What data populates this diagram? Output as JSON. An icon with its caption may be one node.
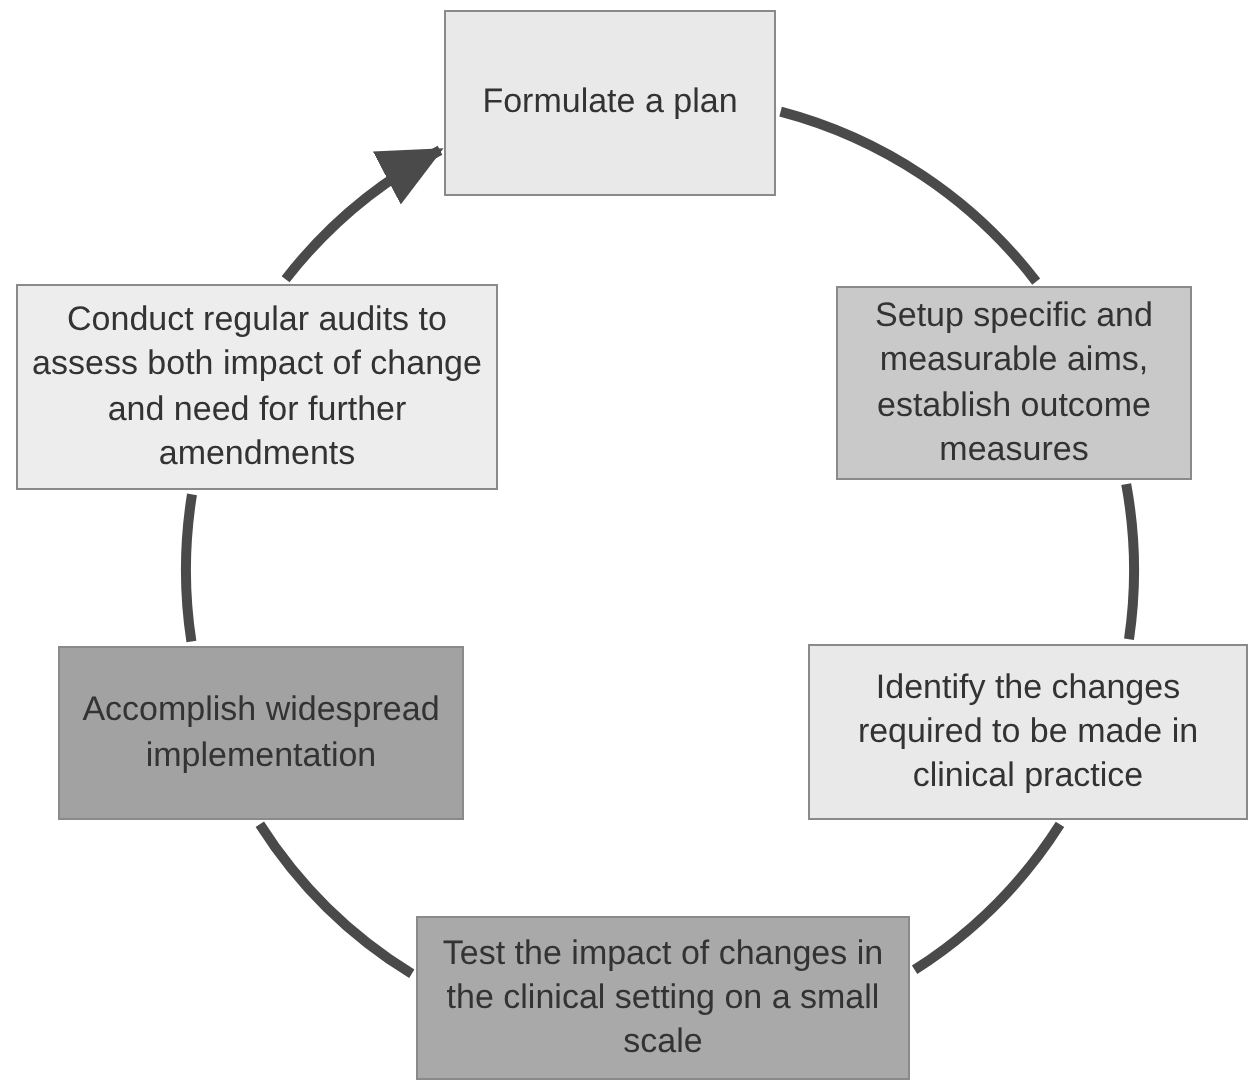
{
  "diagram": {
    "nodes": [
      {
        "text": [
          "Formulate a plan"
        ]
      },
      {
        "text": [
          "Setup specific and measurable aims, establish outcome measures"
        ]
      },
      {
        "text": [
          "Identify the changes required to be made in clinical practice"
        ]
      },
      {
        "text": [
          "Test the impact of changes in the clinical setting on a small scale"
        ]
      },
      {
        "text": [
          "Accomplish widespread implementation"
        ]
      },
      {
        "text": [
          "Conduct regular audits to assess both impact of change and need for further amendments"
        ]
      }
    ],
    "edges": [
      {
        "from": 0,
        "to": 1,
        "arrow": "none"
      },
      {
        "from": 1,
        "to": 2,
        "arrow": "none"
      },
      {
        "from": 2,
        "to": 3,
        "arrow": "none"
      },
      {
        "from": 3,
        "to": 4,
        "arrow": "none"
      },
      {
        "from": 4,
        "to": 5,
        "arrow": "none"
      },
      {
        "from": 5,
        "to": 0,
        "arrow": "to"
      }
    ]
  }
}
